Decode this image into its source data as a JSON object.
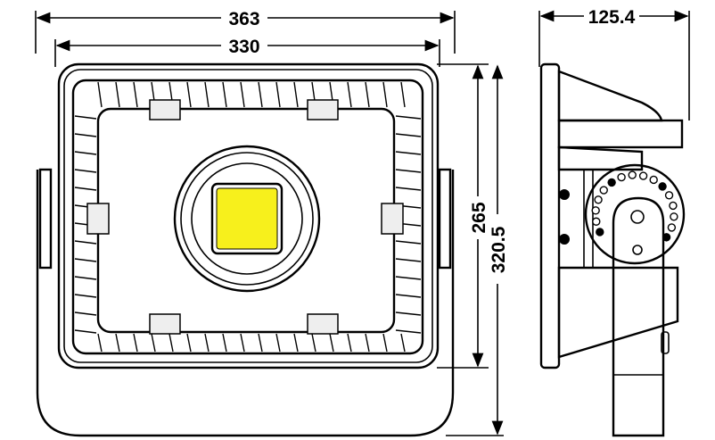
{
  "dimensions": {
    "overall_width": "363",
    "frame_width": "330",
    "frame_height": "265",
    "overall_height": "320.5",
    "depth": "125.4"
  },
  "colors": {
    "led": "#f7f01c",
    "lens": "#cfcfcf",
    "housing": "#e4e4e4",
    "line": "#000000"
  }
}
